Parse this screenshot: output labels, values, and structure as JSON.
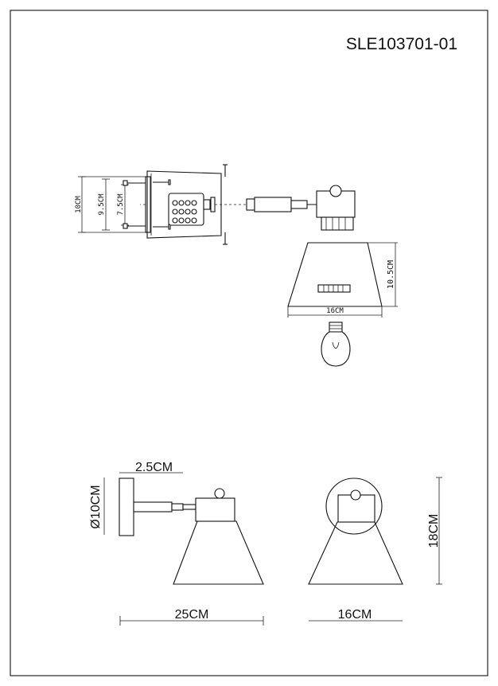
{
  "title": {
    "model_code": "SLE103701-01"
  },
  "exploded_view": {
    "label_plate_height": "10CM",
    "label_outer_mount": "9.5CM",
    "label_inner_mount": "7.5CM",
    "label_shade_height": "10.5CM",
    "label_shade_width": "16CM"
  },
  "assembled_view": {
    "label_base_depth": "2.5CM",
    "label_base_diameter": "Ø10CM",
    "label_side_width": "25CM",
    "label_front_width": "16CM",
    "label_total_height": "18CM"
  }
}
